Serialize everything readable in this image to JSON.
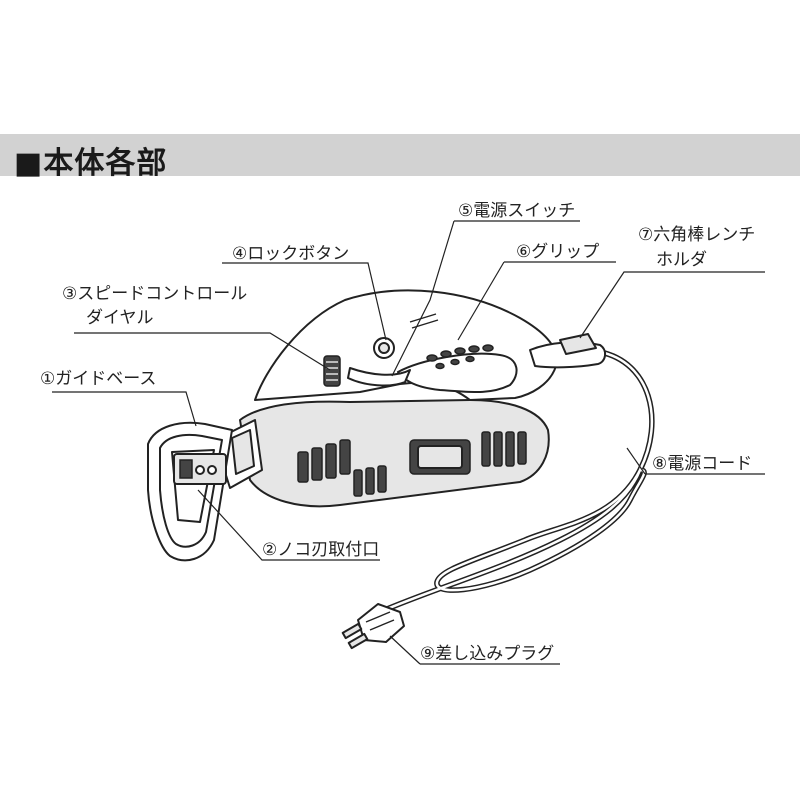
{
  "header": {
    "title": "■本体各部"
  },
  "labels": {
    "guide_base": "①ガイドベース",
    "blade_mount": "②ノコ刃取付口",
    "speed_dial_line1": "③スピードコントロール",
    "speed_dial_line2": "ダイヤル",
    "lock_button": "④ロックボタン",
    "power_switch": "⑤電源スイッチ",
    "grip": "⑥グリップ",
    "hex_wrench_holder_line1": "⑦六角棒レンチ",
    "hex_wrench_holder_line2": "ホルダ",
    "power_cord": "⑧電源コード",
    "plug": "⑨差し込みプラグ"
  }
}
